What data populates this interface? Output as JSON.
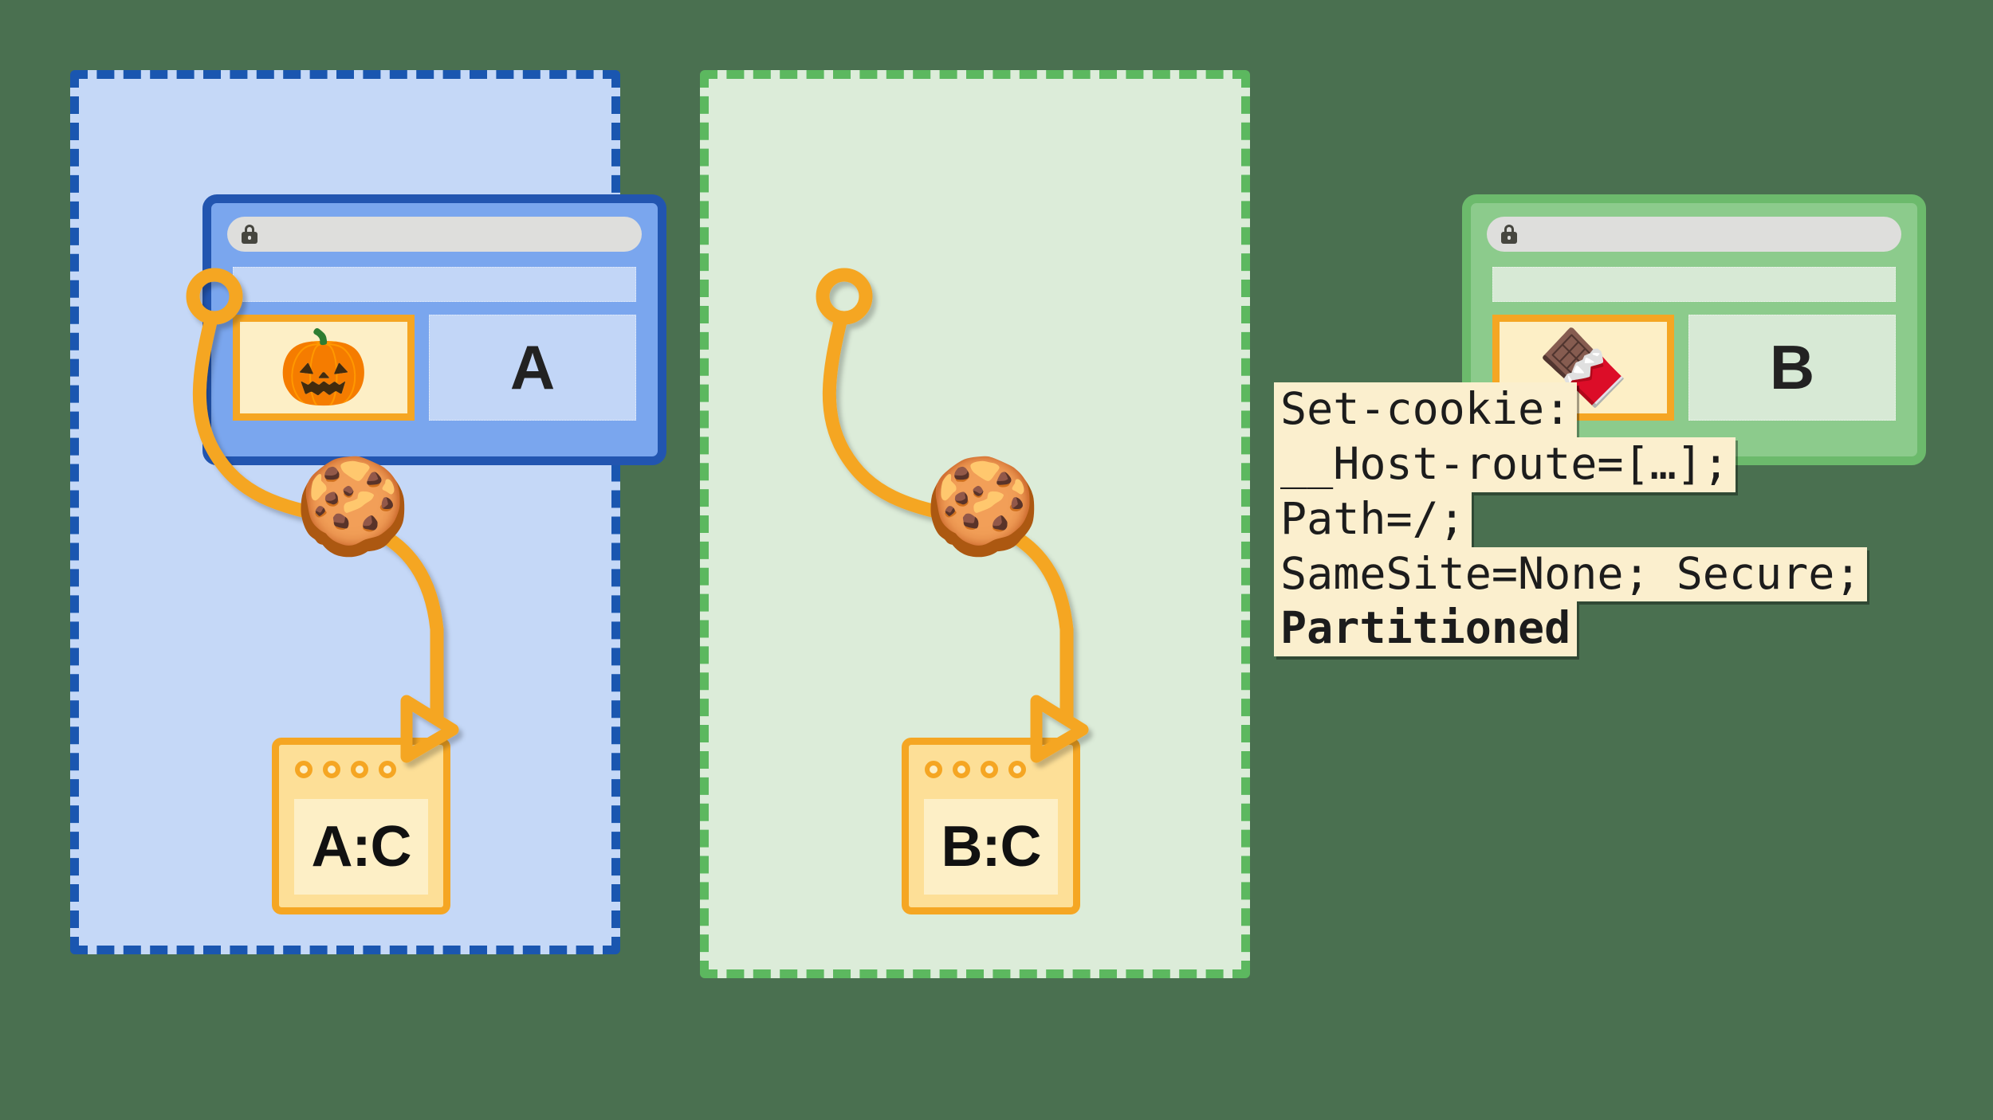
{
  "background_color": "#4a7050",
  "partitions": [
    {
      "id": "a",
      "name": "partition-a",
      "border_color": "#1a56b0",
      "fill_color": "#c5d8f7",
      "browser": {
        "chrome_border_color": "#2255b0",
        "chrome_fill_color": "#7aa6ee",
        "urlbar_icon": "lock-icon",
        "urlbar_value": "",
        "iframe_emoji": "🎃",
        "iframe_emoji_name": "jack-o-lantern-icon",
        "site_letter": "A"
      },
      "cookie_emoji": "🍪",
      "cookie_emoji_name": "cookie-icon",
      "storage_label": "A:C",
      "storage_dot_count": 4
    },
    {
      "id": "b",
      "name": "partition-b",
      "border_color": "#5cb85f",
      "fill_color": "#dcecd9",
      "browser": {
        "chrome_border_color": "#6cba6c",
        "chrome_fill_color": "#8ccb8c",
        "urlbar_icon": "lock-icon",
        "urlbar_value": "",
        "iframe_emoji": "🍫",
        "iframe_emoji_name": "chocolate-bar-icon",
        "site_letter": "B"
      },
      "cookie_emoji": "🍪",
      "cookie_emoji_name": "cookie-icon",
      "storage_label": "B:C",
      "storage_dot_count": 4
    }
  ],
  "code_snippet": {
    "name": "set-cookie-header",
    "background_color": "#fbefce",
    "text_color": "#1c1c1c",
    "lines": [
      {
        "text": "Set-cookie:",
        "bold": false
      },
      {
        "text": "__Host-route=[…];",
        "bold": false
      },
      {
        "text": "Path=/;",
        "bold": false
      },
      {
        "text": "SameSite=None; Secure;",
        "bold": false
      },
      {
        "text": "Partitioned",
        "bold": true
      }
    ]
  },
  "flow": {
    "color": "#f5a623",
    "name": "cookie-flow-arrow",
    "description": "curved arrow from iframe to partitioned storage"
  }
}
